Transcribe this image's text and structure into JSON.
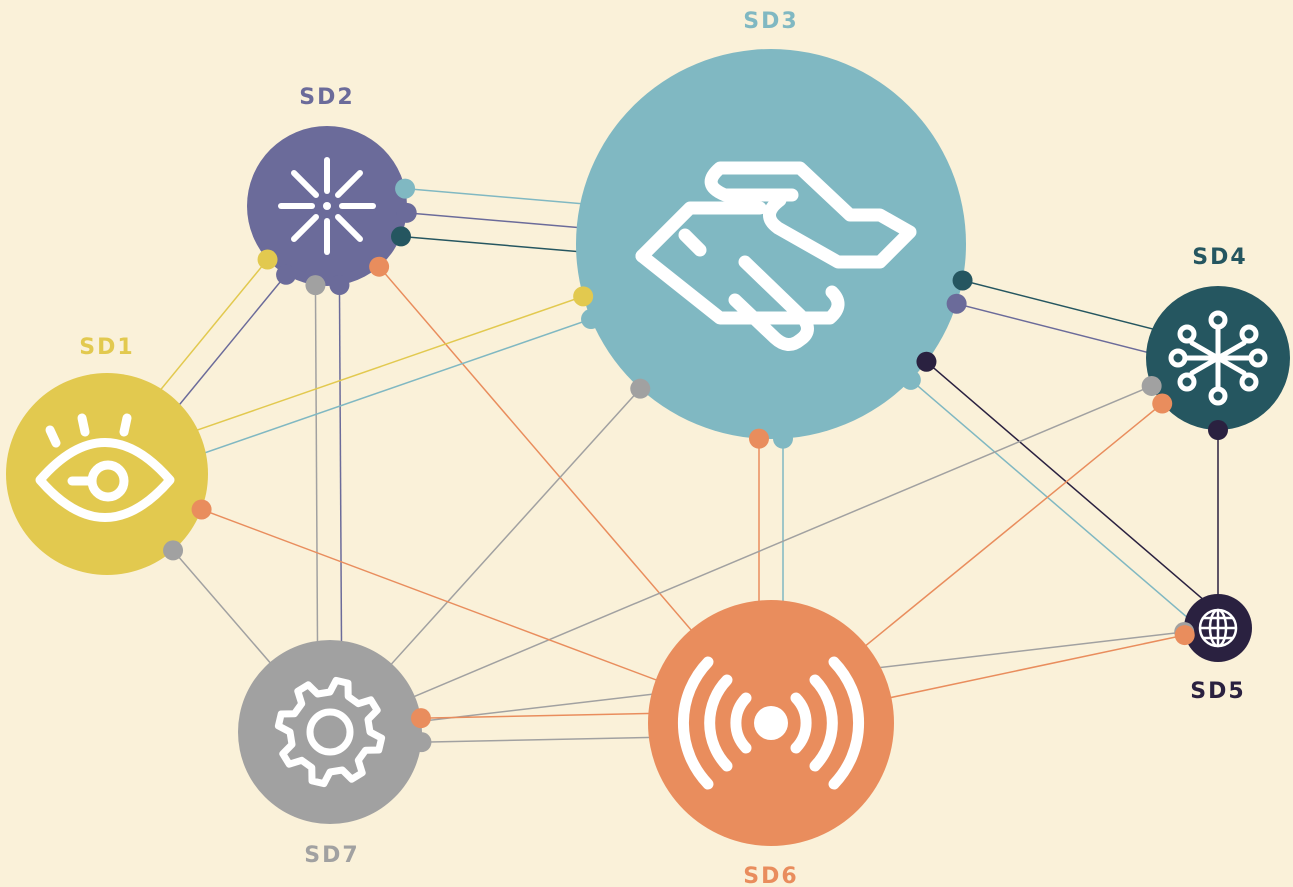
{
  "nodes": [
    {
      "id": "SD1",
      "label": "SD1",
      "color": "#e2c94f",
      "icon": "eye-icon"
    },
    {
      "id": "SD2",
      "label": "SD2",
      "color": "#6b6b9a",
      "icon": "sparkle-icon"
    },
    {
      "id": "SD3",
      "label": "SD3",
      "color": "#80b8c2",
      "icon": "handshake-icon"
    },
    {
      "id": "SD4",
      "label": "SD4",
      "color": "#255660",
      "icon": "network-icon"
    },
    {
      "id": "SD5",
      "label": "SD5",
      "color": "#2a2140",
      "icon": "globe-icon"
    },
    {
      "id": "SD6",
      "label": "SD6",
      "color": "#e98d5d",
      "icon": "broadcast-icon"
    },
    {
      "id": "SD7",
      "label": "SD7",
      "color": "#a1a1a1",
      "icon": "gear-icon"
    }
  ],
  "connections": [
    {
      "from": "SD2",
      "to": "SD1",
      "color": "#6b6b9a"
    },
    {
      "from": "SD2",
      "to": "SD1",
      "color": "#e2c94f"
    },
    {
      "from": "SD2",
      "to": "SD7",
      "color": "#6b6b9a"
    },
    {
      "from": "SD2",
      "to": "SD7",
      "color": "#a1a1a1"
    },
    {
      "from": "SD2",
      "to": "SD3",
      "color": "#80b8c2"
    },
    {
      "from": "SD2",
      "to": "SD3",
      "color": "#6b6b9a"
    },
    {
      "from": "SD2",
      "to": "SD3",
      "color": "#255660"
    },
    {
      "from": "SD2",
      "to": "SD6",
      "color": "#e98d5d"
    },
    {
      "from": "SD3",
      "to": "SD1",
      "color": "#80b8c2"
    },
    {
      "from": "SD3",
      "to": "SD1",
      "color": "#e2c94f"
    },
    {
      "from": "SD3",
      "to": "SD4",
      "color": "#255660"
    },
    {
      "from": "SD3",
      "to": "SD4",
      "color": "#6b6b9a"
    },
    {
      "from": "SD3",
      "to": "SD5",
      "color": "#2a2140"
    },
    {
      "from": "SD3",
      "to": "SD5",
      "color": "#80b8c2"
    },
    {
      "from": "SD3",
      "to": "SD6",
      "color": "#80b8c2"
    },
    {
      "from": "SD3",
      "to": "SD6",
      "color": "#e98d5d"
    },
    {
      "from": "SD3",
      "to": "SD7",
      "color": "#a1a1a1"
    },
    {
      "from": "SD4",
      "to": "SD5",
      "color": "#2a2140"
    },
    {
      "from": "SD4",
      "to": "SD6",
      "color": "#e98d5d"
    },
    {
      "from": "SD4",
      "to": "SD7",
      "color": "#a1a1a1"
    },
    {
      "from": "SD1",
      "to": "SD6",
      "color": "#e98d5d"
    },
    {
      "from": "SD1",
      "to": "SD7",
      "color": "#a1a1a1"
    },
    {
      "from": "SD5",
      "to": "SD7",
      "color": "#a1a1a1"
    },
    {
      "from": "SD5",
      "to": "SD6",
      "color": "#e98d5d"
    },
    {
      "from": "SD7",
      "to": "SD6",
      "color": "#e98d5d"
    },
    {
      "from": "SD7",
      "to": "SD6",
      "color": "#a1a1a1"
    }
  ]
}
